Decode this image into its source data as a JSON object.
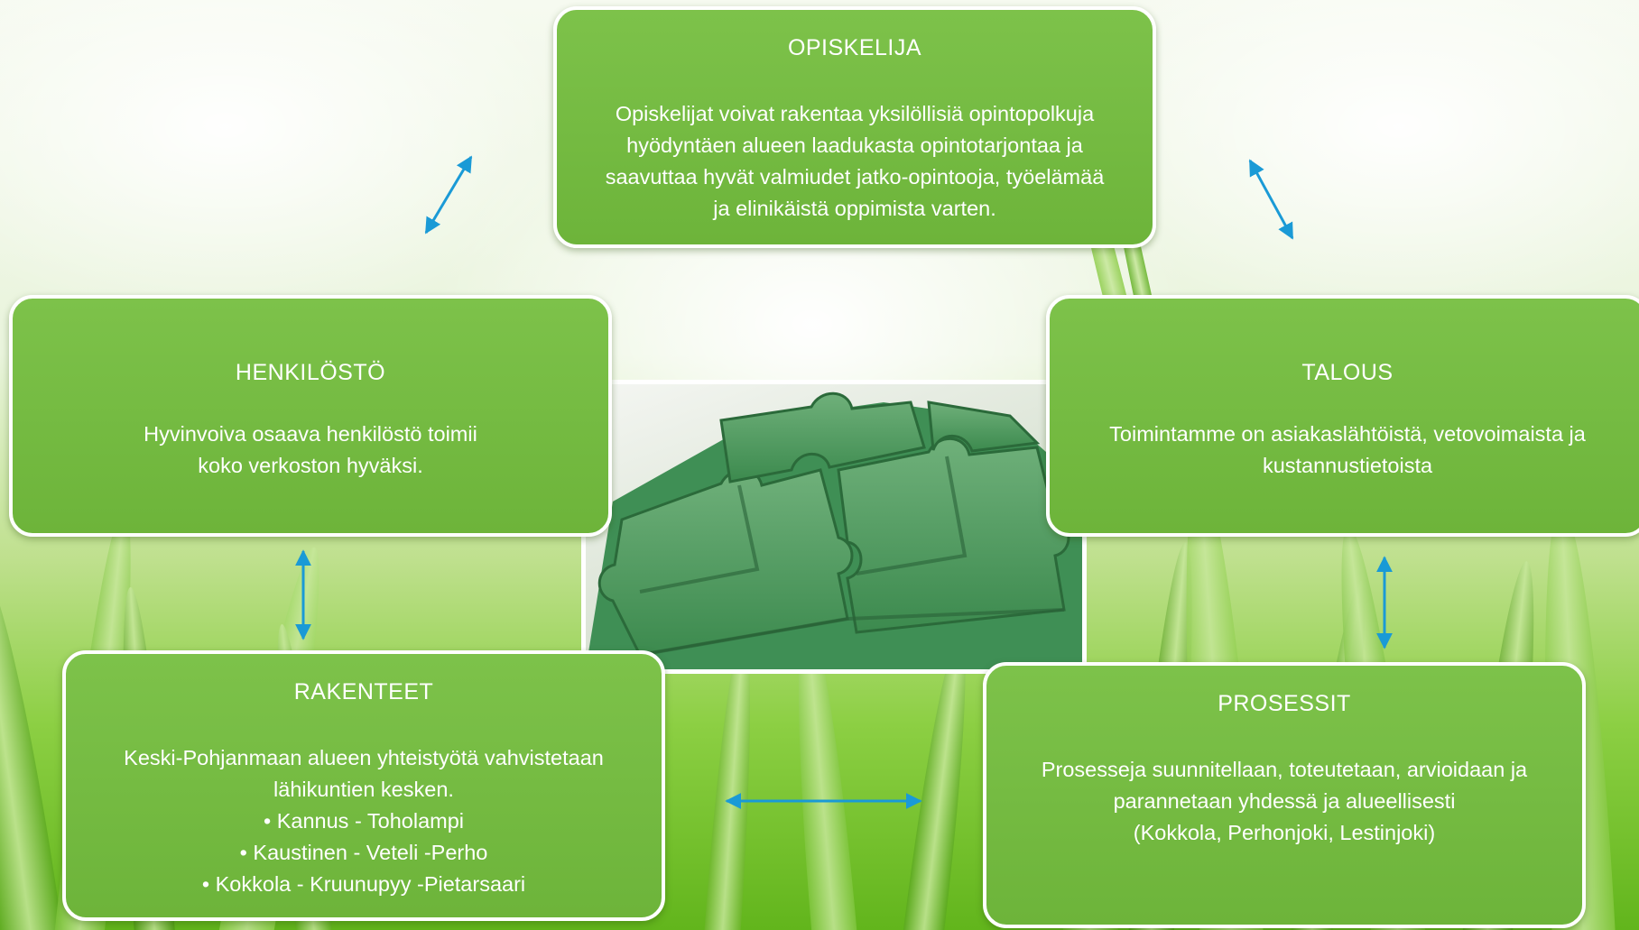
{
  "boxes": {
    "opiskelija": {
      "title": "OPISKELIJA",
      "lines": [
        "Opiskelijat voivat rakentaa yksilöllisiä opintopolkuja",
        "hyödyntäen alueen laadukasta opintotarjontaa ja",
        "saavuttaa hyvät valmiudet jatko-opintooja, työelämää",
        "ja elinikäistä oppimista varten."
      ]
    },
    "henkilosto": {
      "title": "HENKILÖSTÖ",
      "lines": [
        "Hyvinvoiva osaava henkilöstö toimii",
        "koko verkoston hyväksi."
      ]
    },
    "talous": {
      "title": "TALOUS",
      "lines": [
        "Toimintamme on asiakaslähtöistä, vetovoimaista ja",
        "kustannustietoista"
      ]
    },
    "rakenteet": {
      "title": "RAKENTEET",
      "lines": [
        "Keski-Pohjanmaan alueen yhteistyötä vahvistetaan",
        "lähikuntien kesken."
      ],
      "bullets": [
        "Kannus - Toholampi",
        "Kaustinen - Veteli -Perho",
        "Kokkola - Kruunupyy -Pietarsaari"
      ]
    },
    "prosessit": {
      "title": "PROSESSIT",
      "lines": [
        "Prosesseja suunnitellaan, toteutetaan, arvioidaan ja",
        "parannetaan yhdessä ja alueellisesti",
        "(Kokkola, Perhonjoki, Lestinjoki)"
      ]
    }
  },
  "colors": {
    "box_fill": "#72b942",
    "box_border": "#ffffff",
    "arrow": "#1a9ad6",
    "text": "#ffffff"
  },
  "icons": {
    "center_image": "green-puzzle-pieces",
    "connector": "double-headed-arrow"
  }
}
